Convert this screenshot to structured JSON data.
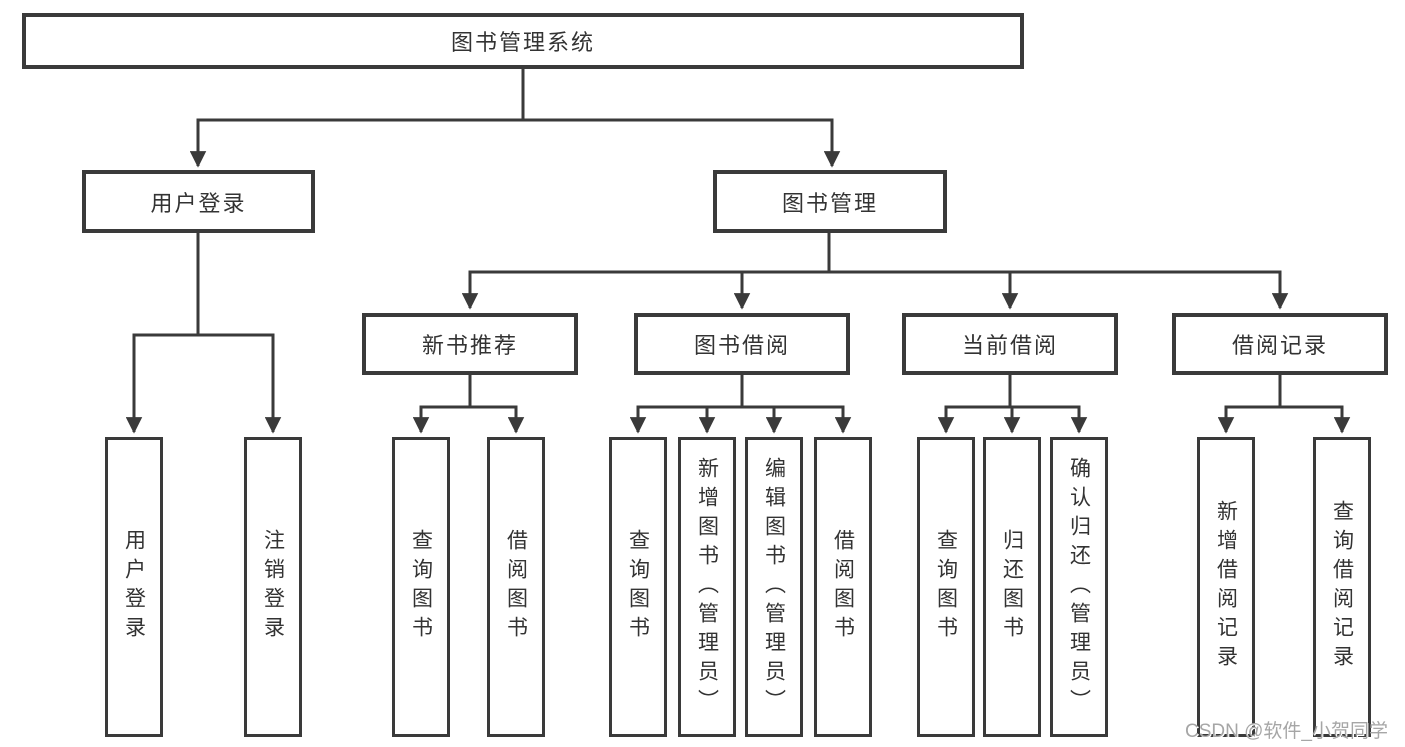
{
  "diagram": {
    "root": {
      "label": "图书管理系统"
    },
    "level2": [
      {
        "label": "用户登录"
      },
      {
        "label": "图书管理"
      }
    ],
    "level3": [
      {
        "label": "新书推荐"
      },
      {
        "label": "图书借阅"
      },
      {
        "label": "当前借阅"
      },
      {
        "label": "借阅记录"
      }
    ],
    "leaves": [
      {
        "label": "用户登录"
      },
      {
        "label": "注销登录"
      },
      {
        "label": "查询图书"
      },
      {
        "label": "借阅图书"
      },
      {
        "label": "查询图书"
      },
      {
        "label": "新增图书（管理员）"
      },
      {
        "label": "编辑图书（管理员）"
      },
      {
        "label": "借阅图书"
      },
      {
        "label": "查询图书"
      },
      {
        "label": "归还图书"
      },
      {
        "label": "确认归还（管理员）"
      },
      {
        "label": "新增借阅记录"
      },
      {
        "label": "查询借阅记录"
      }
    ],
    "watermark": "CSDN @软件_小贺同学",
    "colors": {
      "line": "#3a3a3a",
      "text": "#333333",
      "watermark": "#a6a6a6",
      "background": "#ffffff"
    }
  }
}
